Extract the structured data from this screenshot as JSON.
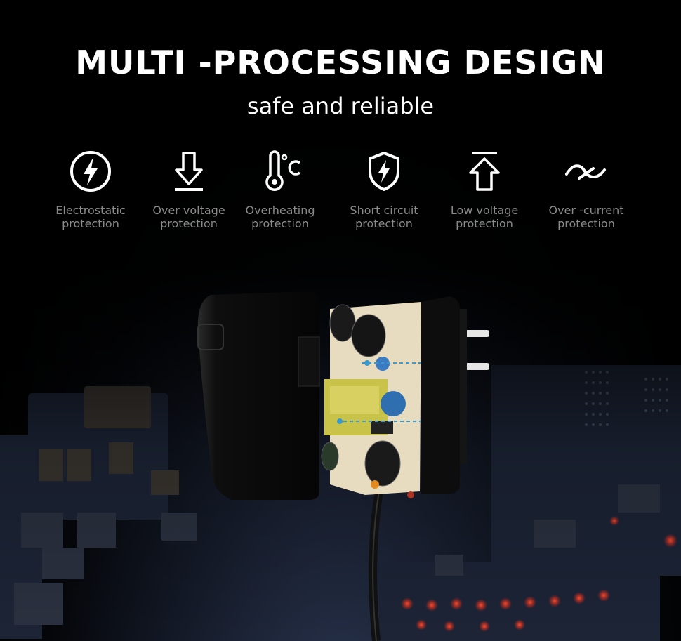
{
  "header": {
    "title": "MULTI -PROCESSING DESIGN",
    "subtitle": "safe and reliable"
  },
  "features": [
    {
      "icon": "lightning-circle-icon",
      "line1": "Electrostatic",
      "line2": "protection"
    },
    {
      "icon": "arrow-down-icon",
      "line1": "Over voltage",
      "line2": "protection"
    },
    {
      "icon": "thermometer-icon",
      "line1": "Overheating",
      "line2": "protection"
    },
    {
      "icon": "shield-lightning-icon",
      "line1": "Short circuit",
      "line2": "protection"
    },
    {
      "icon": "arrow-up-icon",
      "line1": "Low voltage",
      "line2": "protection"
    },
    {
      "icon": "wave-current-icon",
      "line1": "Over -current",
      "line2": "protection"
    }
  ],
  "colors": {
    "background": "#000000",
    "title": "#ffffff",
    "feature_text": "#8a8a8a",
    "pcb_glow": "#e02020"
  }
}
